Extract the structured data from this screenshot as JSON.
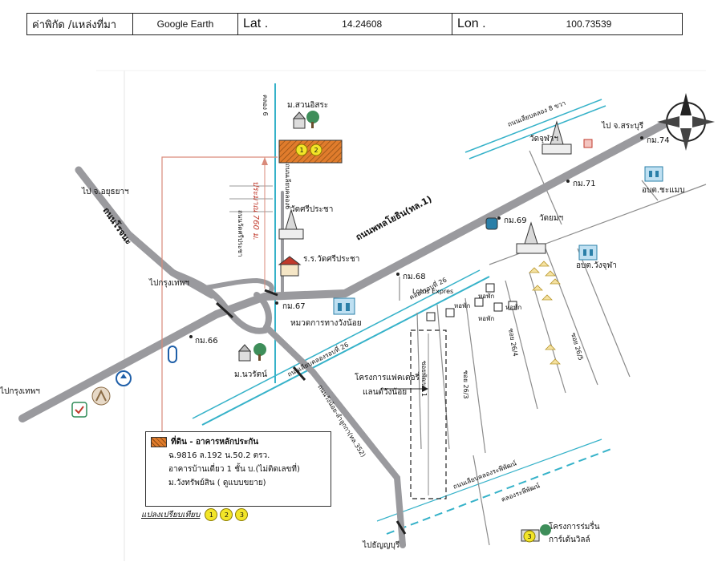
{
  "header": {
    "coord_label": "ค่าพิกัด /แหล่งที่มา",
    "source": "Google Earth",
    "lat_label": "Lat .",
    "lat_value": "14.24608",
    "lon_label": "Lon .",
    "lon_value": "100.73539"
  },
  "map": {
    "compass": "N",
    "labels": {
      "to_ayutthaya": "ไป จ.อยุธยาฯ",
      "to_saraburi": "ไป จ.สระบุรี",
      "to_bangkok_1": "ไปกรุงเทพฯ",
      "to_bangkok_2": "ไปกรุงเทพฯ",
      "to_thanyaburi": "ไปธัญญบุรี",
      "rd_rojana": "ถนนโรจนะ",
      "rd_phahonyothin": "ถนนพหลโยธิน(ทล.1)",
      "rd_canal8": "ถนนเลียบคลอง 8 ขวา",
      "rd_canal6": "ถนนเลียบคลอง6",
      "rd_sriprachasri": "ถนนวัดศรีประชา",
      "rd_canal26": "ถนนเลียบคลองรอบที่ 26",
      "rd_wangnoi": "ถนนวังน้อย-ลำลูกกา(ทล.352)",
      "rd_rangsit": "ถนนเลียบคลองระพีพัฒน์",
      "canal6": "คลอง 6",
      "canal26": "คลองรอบที่ 26",
      "canal_rangsit": "คลองระพีพัฒน์",
      "distance": "ประมาณ 760 ม.",
      "suanisara": "ม.สวนอิสระ",
      "wat_sriprachasri": "วัดศรีประชา",
      "school": "ร.ร.วัดศรีประชา",
      "wat_jaroen": "วัดจุฬาฯ",
      "wat_yom": "วัดยมฯ",
      "obt_chamaep": "อบต.ชะแมบ",
      "obt_wangchula": "อบต.วังจุฬา",
      "highway_office": "หมวดการทางวังน้อย",
      "navarat": "ม.นวรัตน์",
      "lotus": "Lotus Expres",
      "project_line1": "โครงการแฟคเตอรี่",
      "project_line2": "แลนด์วังน้อย",
      "project2_line1": "โครงการร่มรื่น",
      "project2_line2": "การ์เด้นวิลล์",
      "km66": "กม.66",
      "km67": "กม.67",
      "km68": "กม.68",
      "km69": "กม.69",
      "km71": "กม.71",
      "km74": "กม.74",
      "soi_a": "ซอยพัฒนา 1",
      "soi_b": "ซอย 26/3",
      "soi_c": "ซอย 26/4",
      "soi_d": "ซอย 26/5",
      "factory_a": "หอพัก",
      "factory_b": "หอพัก",
      "factory_c": "หอพัก",
      "factory_d": "หอพัก",
      "plot_1": "1",
      "plot_2": "2",
      "plot_3": "3"
    }
  },
  "legend": {
    "title": "ที่ดิน - อาคารหลักประกัน",
    "line1": "ฉ.9816 ล.192 น.50.2 ตรว.",
    "line2": "อาคารบ้านเดี่ยว 1 ชั้น บ.(ไม่ติดเลขที่)",
    "line3": "ม.วังทรัพย์สิน  ( ดูแบบขยาย)"
  },
  "compare": {
    "label": "แปลงเปรียบเทียบ",
    "d1": "1",
    "d2": "2",
    "d3": "3"
  },
  "colors": {
    "road": "#9a9a9e",
    "canal": "#36b2c9",
    "subject_plot": "#e07c2c",
    "pointer": "#d98a7a",
    "marker": "#f2e528"
  }
}
